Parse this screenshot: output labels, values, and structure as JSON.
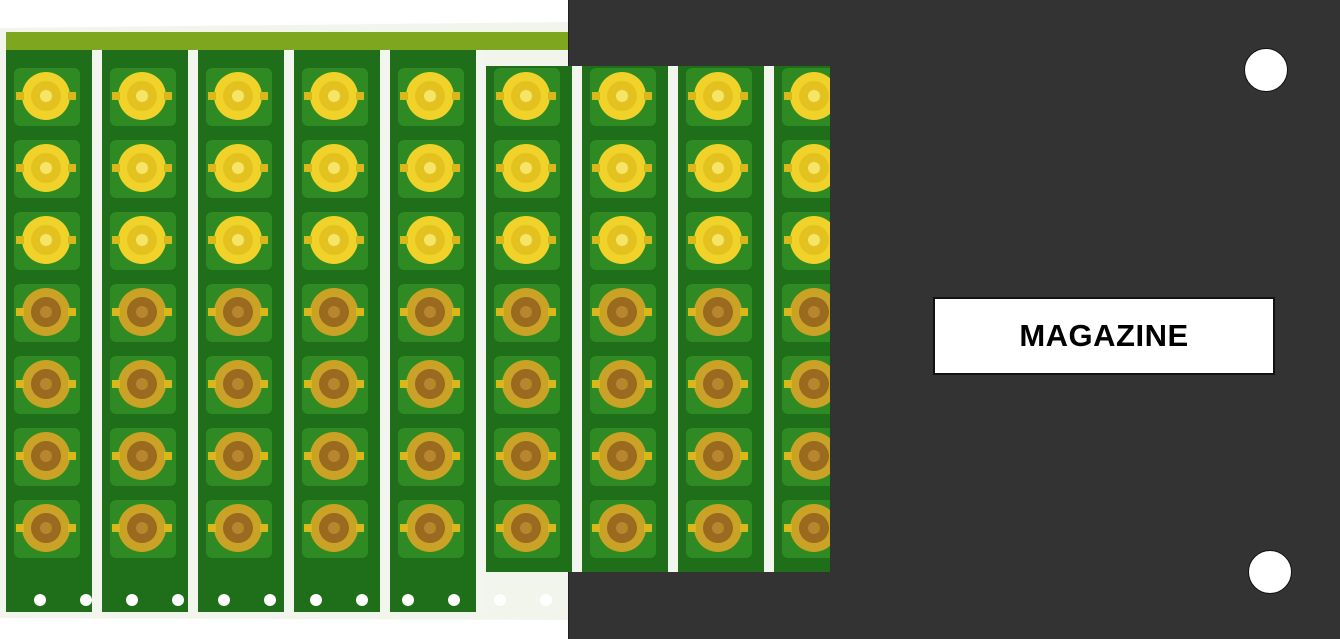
{
  "plate": {
    "label": "MAGAZINE",
    "color": "#333333"
  },
  "photo": {
    "subject": "pcb-panel",
    "board_color": "#1f6e1a",
    "pad_color": "#d9b81c",
    "rail_color": "#f3f6ef",
    "rows": 7,
    "columns": 9
  }
}
